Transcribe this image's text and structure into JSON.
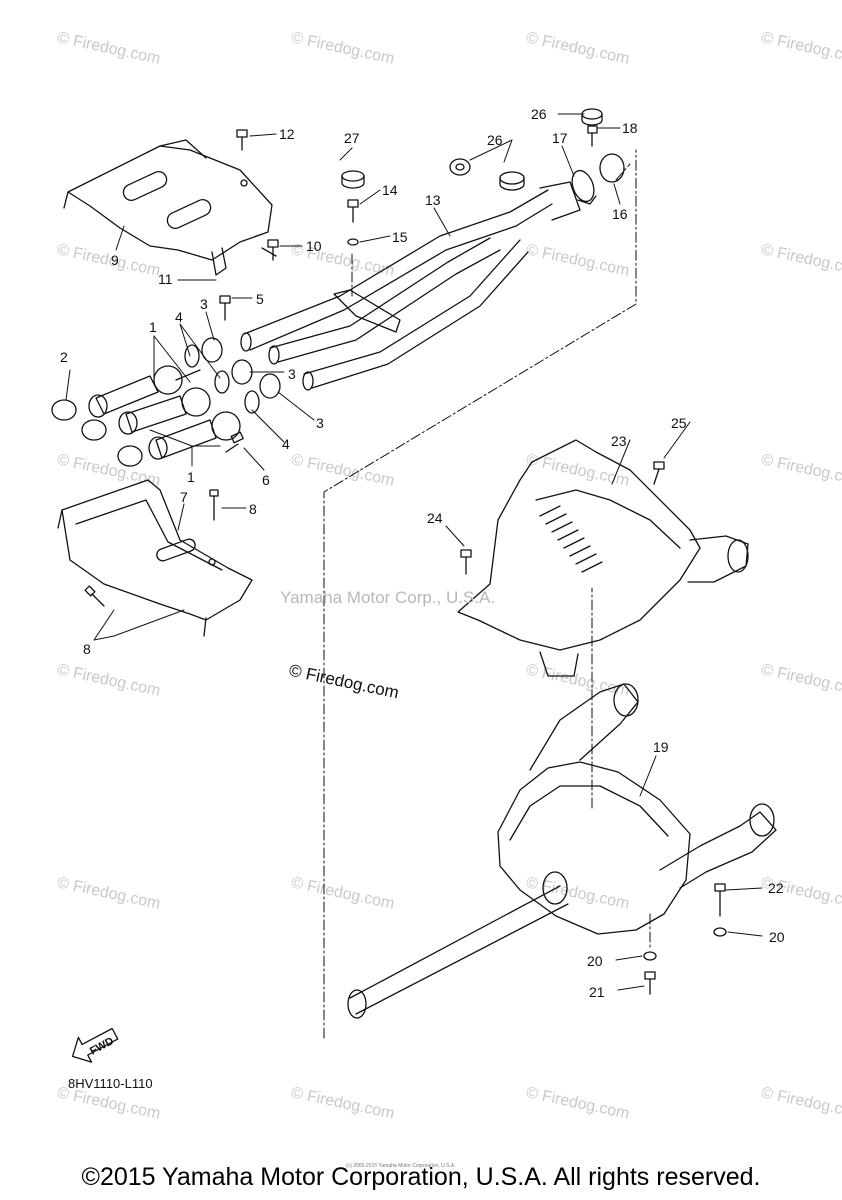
{
  "watermark_text": "© Firedog.com",
  "center_watermark": "© Firedog.com",
  "center_mark": "Yamaha Motor Corp., U.S.A.",
  "diagram_code": "8HV1110-L110",
  "fwd_label": "FWD",
  "tiny_copyright": "(c) 2005-2015 Yamaha Motor Corporation, U.S.A.",
  "footer": "©2015 Yamaha Motor Corporation, U.S.A. All rights reserved.",
  "callouts": [
    "1",
    "1",
    "2",
    "3",
    "3",
    "3",
    "4",
    "4",
    "5",
    "6",
    "7",
    "8",
    "8",
    "9",
    "10",
    "11",
    "12",
    "13",
    "14",
    "15",
    "16",
    "17",
    "18",
    "19",
    "20",
    "20",
    "21",
    "22",
    "23",
    "24",
    "25",
    "26",
    "26",
    "27"
  ]
}
